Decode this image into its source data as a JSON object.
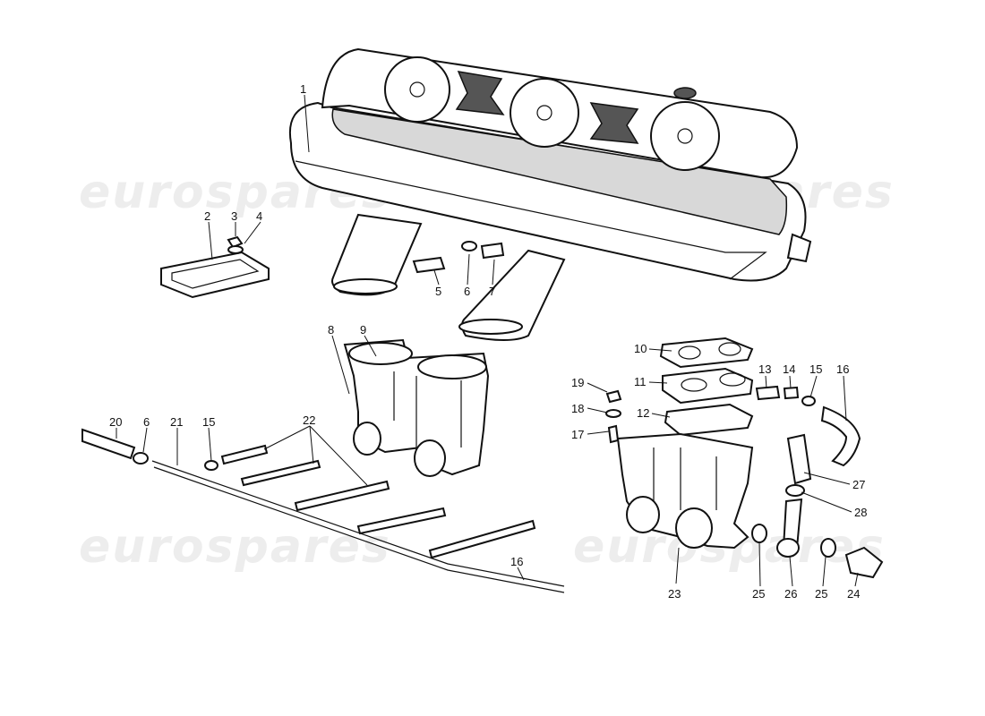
{
  "watermark": "eurospares",
  "labels": [
    "1",
    "2",
    "3",
    "4",
    "5",
    "6",
    "7",
    "8",
    "9",
    "10",
    "11",
    "12",
    "13",
    "14",
    "15",
    "16",
    "17",
    "18",
    "19",
    "20",
    "6",
    "21",
    "15",
    "22",
    "16",
    "23",
    "25",
    "26",
    "25",
    "24",
    "27",
    "28"
  ]
}
